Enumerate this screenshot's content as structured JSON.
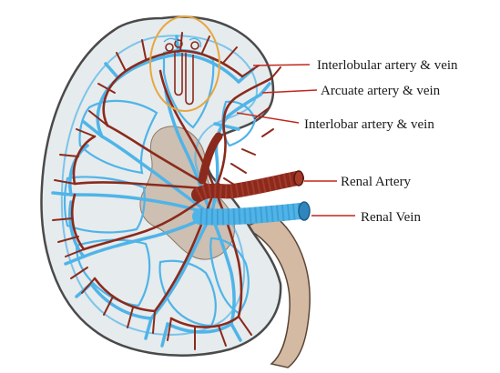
{
  "labels": {
    "interlobular": "Interlobular artery & vein",
    "arcuate": "Arcuate artery & vein",
    "interlobar": "Interlobar artery & vein",
    "renal_artery": "Renal Artery",
    "renal_vein": "Renal Vein"
  },
  "colors": {
    "artery": "#8b2a1c",
    "vein": "#4fb4e8",
    "cortex": "#e6ebed",
    "capsule": "#4a4a4a",
    "sinus": "#cdbfb2",
    "ureter": "#d4b9a3",
    "leader": "#c0271d",
    "nephron_circle": "#e8a640"
  }
}
